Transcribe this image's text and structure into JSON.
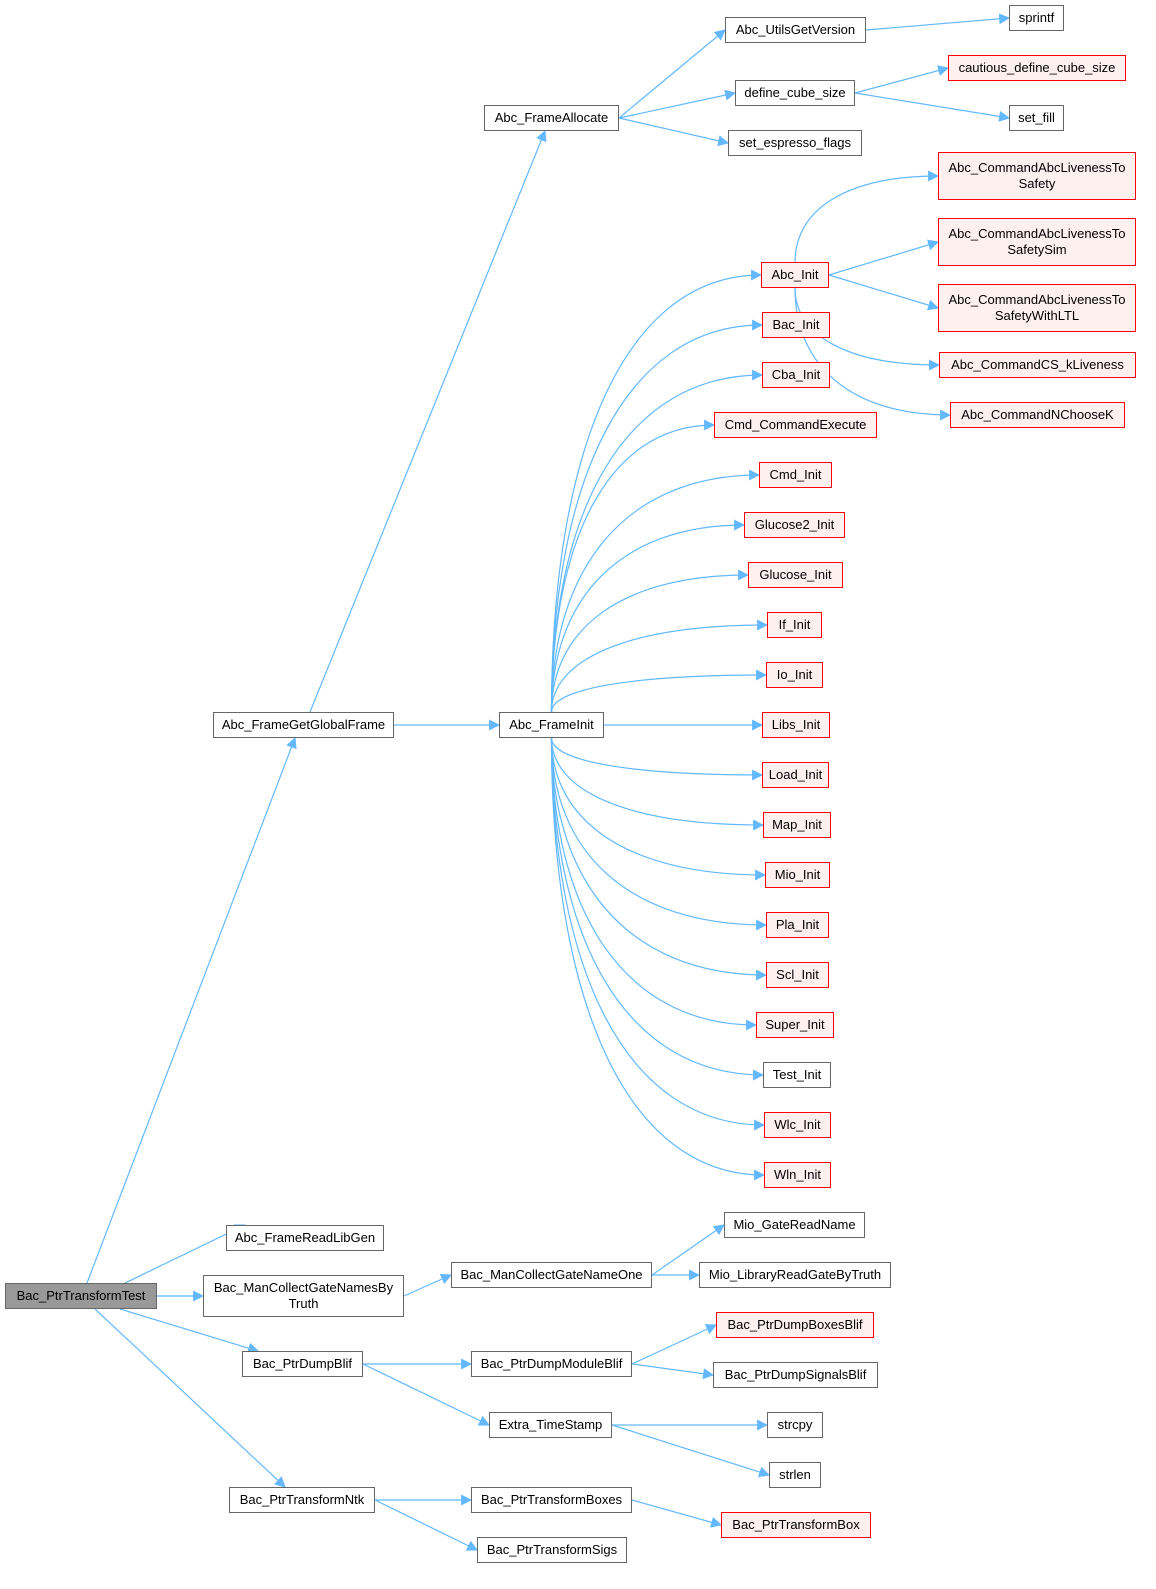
{
  "diagram": {
    "title": "Bac_PtrTransformTest call graph",
    "edge_color": "#63b8ff",
    "node_styles": {
      "root": {
        "fill": "#999999",
        "border": "#666666"
      },
      "normal": {
        "fill": "#ffffff",
        "border": "#666666"
      },
      "truncated": {
        "fill": "#fff0f0",
        "border": "#ff0000"
      }
    },
    "nodes": [
      {
        "id": "root",
        "label": "Bac_PtrTransformTest",
        "style": "root"
      },
      {
        "id": "getglobal",
        "label": "Abc_FrameGetGlobalFrame",
        "style": "normal"
      },
      {
        "id": "readlibgen",
        "label": "Abc_FrameReadLibGen",
        "style": "normal"
      },
      {
        "id": "collectnames",
        "label": "Bac_ManCollectGateNamesBy\nTruth",
        "style": "normal"
      },
      {
        "id": "dumpblif",
        "label": "Bac_PtrDumpBlif",
        "style": "normal"
      },
      {
        "id": "transformntk",
        "label": "Bac_PtrTransformNtk",
        "style": "normal"
      },
      {
        "id": "frameallocate",
        "label": "Abc_FrameAllocate",
        "style": "normal"
      },
      {
        "id": "frameinit",
        "label": "Abc_FrameInit",
        "style": "normal"
      },
      {
        "id": "collectone",
        "label": "Bac_ManCollectGateNameOne",
        "style": "normal"
      },
      {
        "id": "dumpmodule",
        "label": "Bac_PtrDumpModuleBlif",
        "style": "normal"
      },
      {
        "id": "timestamp",
        "label": "Extra_TimeStamp",
        "style": "normal"
      },
      {
        "id": "transformboxes",
        "label": "Bac_PtrTransformBoxes",
        "style": "normal"
      },
      {
        "id": "transformsigs",
        "label": "Bac_PtrTransformSigs",
        "style": "normal"
      },
      {
        "id": "utilsversion",
        "label": "Abc_UtilsGetVersion",
        "style": "normal"
      },
      {
        "id": "definecube",
        "label": "define_cube_size",
        "style": "normal"
      },
      {
        "id": "espresso",
        "label": "set_espresso_flags",
        "style": "normal"
      },
      {
        "id": "abcinit",
        "label": "Abc_Init",
        "style": "truncated"
      },
      {
        "id": "bacinit",
        "label": "Bac_Init",
        "style": "truncated"
      },
      {
        "id": "cbainit",
        "label": "Cba_Init",
        "style": "truncated"
      },
      {
        "id": "cmdexec",
        "label": "Cmd_CommandExecute",
        "style": "truncated"
      },
      {
        "id": "cmdinit",
        "label": "Cmd_Init",
        "style": "truncated"
      },
      {
        "id": "glucose2",
        "label": "Glucose2_Init",
        "style": "truncated"
      },
      {
        "id": "glucose",
        "label": "Glucose_Init",
        "style": "truncated"
      },
      {
        "id": "ifinit",
        "label": "If_Init",
        "style": "truncated"
      },
      {
        "id": "ioinit",
        "label": "Io_Init",
        "style": "truncated"
      },
      {
        "id": "libsinit",
        "label": "Libs_Init",
        "style": "truncated"
      },
      {
        "id": "loadinit",
        "label": "Load_Init",
        "style": "truncated"
      },
      {
        "id": "mapinit",
        "label": "Map_Init",
        "style": "truncated"
      },
      {
        "id": "mioinit",
        "label": "Mio_Init",
        "style": "truncated"
      },
      {
        "id": "plainit",
        "label": "Pla_Init",
        "style": "truncated"
      },
      {
        "id": "sclinit",
        "label": "Scl_Init",
        "style": "truncated"
      },
      {
        "id": "superinit",
        "label": "Super_Init",
        "style": "truncated"
      },
      {
        "id": "testinit",
        "label": "Test_Init",
        "style": "normal"
      },
      {
        "id": "wlcinit",
        "label": "Wlc_Init",
        "style": "truncated"
      },
      {
        "id": "wlninit",
        "label": "Wln_Init",
        "style": "truncated"
      },
      {
        "id": "gatereadname",
        "label": "Mio_GateReadName",
        "style": "normal"
      },
      {
        "id": "libreadgate",
        "label": "Mio_LibraryReadGateByTruth",
        "style": "normal"
      },
      {
        "id": "dumpboxes",
        "label": "Bac_PtrDumpBoxesBlif",
        "style": "truncated"
      },
      {
        "id": "dumpsignals",
        "label": "Bac_PtrDumpSignalsBlif",
        "style": "normal"
      },
      {
        "id": "strcpy",
        "label": "strcpy",
        "style": "normal"
      },
      {
        "id": "strlen",
        "label": "strlen",
        "style": "normal"
      },
      {
        "id": "transformbox",
        "label": "Bac_PtrTransformBox",
        "style": "truncated"
      },
      {
        "id": "sprintf",
        "label": "sprintf",
        "style": "normal"
      },
      {
        "id": "cautious",
        "label": "cautious_define_cube_size",
        "style": "truncated"
      },
      {
        "id": "setfill",
        "label": "set_fill",
        "style": "normal"
      },
      {
        "id": "liveness_safety",
        "label": "Abc_CommandAbcLivenessTo\nSafety",
        "style": "truncated"
      },
      {
        "id": "liveness_safetysim",
        "label": "Abc_CommandAbcLivenessTo\nSafetySim",
        "style": "truncated"
      },
      {
        "id": "liveness_safetyltl",
        "label": "Abc_CommandAbcLivenessTo\nSafetyWithLTL",
        "style": "truncated"
      },
      {
        "id": "cs_kliveness",
        "label": "Abc_CommandCS_kLiveness",
        "style": "truncated"
      },
      {
        "id": "nchoosek",
        "label": "Abc_CommandNChooseK",
        "style": "truncated"
      }
    ],
    "edges": [
      [
        "root",
        "getglobal"
      ],
      [
        "root",
        "readlibgen"
      ],
      [
        "root",
        "collectnames"
      ],
      [
        "root",
        "dumpblif"
      ],
      [
        "root",
        "transformntk"
      ],
      [
        "getglobal",
        "frameallocate"
      ],
      [
        "getglobal",
        "frameinit"
      ],
      [
        "frameallocate",
        "utilsversion"
      ],
      [
        "frameallocate",
        "definecube"
      ],
      [
        "frameallocate",
        "espresso"
      ],
      [
        "utilsversion",
        "sprintf"
      ],
      [
        "definecube",
        "cautious"
      ],
      [
        "definecube",
        "setfill"
      ],
      [
        "frameinit",
        "abcinit"
      ],
      [
        "frameinit",
        "bacinit"
      ],
      [
        "frameinit",
        "cbainit"
      ],
      [
        "frameinit",
        "cmdexec"
      ],
      [
        "frameinit",
        "cmdinit"
      ],
      [
        "frameinit",
        "glucose2"
      ],
      [
        "frameinit",
        "glucose"
      ],
      [
        "frameinit",
        "ifinit"
      ],
      [
        "frameinit",
        "ioinit"
      ],
      [
        "frameinit",
        "libsinit"
      ],
      [
        "frameinit",
        "loadinit"
      ],
      [
        "frameinit",
        "mapinit"
      ],
      [
        "frameinit",
        "mioinit"
      ],
      [
        "frameinit",
        "plainit"
      ],
      [
        "frameinit",
        "sclinit"
      ],
      [
        "frameinit",
        "superinit"
      ],
      [
        "frameinit",
        "testinit"
      ],
      [
        "frameinit",
        "wlcinit"
      ],
      [
        "frameinit",
        "wlninit"
      ],
      [
        "abcinit",
        "liveness_safety"
      ],
      [
        "abcinit",
        "liveness_safetysim"
      ],
      [
        "abcinit",
        "liveness_safetyltl"
      ],
      [
        "abcinit",
        "cs_kliveness"
      ],
      [
        "abcinit",
        "nchoosek"
      ],
      [
        "collectnames",
        "collectone"
      ],
      [
        "collectone",
        "gatereadname"
      ],
      [
        "collectone",
        "libreadgate"
      ],
      [
        "dumpblif",
        "dumpmodule"
      ],
      [
        "dumpblif",
        "timestamp"
      ],
      [
        "dumpmodule",
        "dumpboxes"
      ],
      [
        "dumpmodule",
        "dumpsignals"
      ],
      [
        "timestamp",
        "strcpy"
      ],
      [
        "timestamp",
        "strlen"
      ],
      [
        "transformntk",
        "transformboxes"
      ],
      [
        "transformntk",
        "transformsigs"
      ],
      [
        "transformboxes",
        "transformbox"
      ]
    ]
  }
}
